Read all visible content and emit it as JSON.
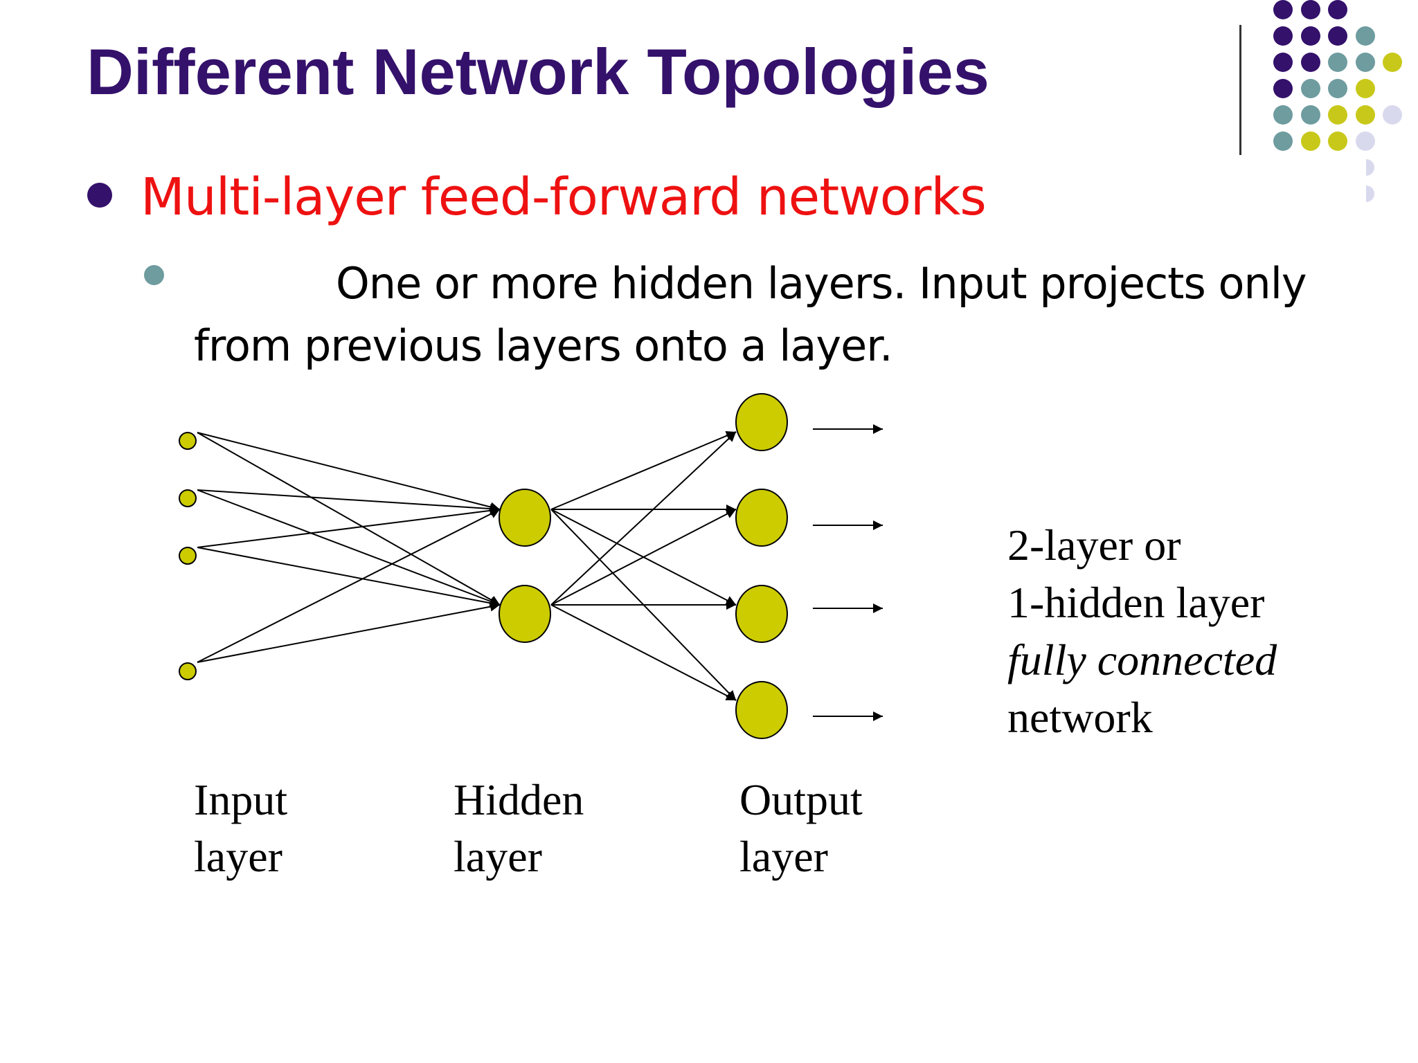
{
  "slide": {
    "title": "Different Network Topologies",
    "bullet": {
      "text": "Multi-layer feed-forward networks",
      "color": "#ee1111",
      "bullet_color": "#34116b",
      "sub_bullet": {
        "text": "One or more hidden layers. Input projects only from previous layers onto a layer.",
        "bullet_color": "#6e9c9f"
      }
    }
  },
  "decoration": {
    "dot_colors": {
      "purple": "#34116b",
      "teal": "#6e9c9f",
      "olive": "#c8c81a",
      "lavender": "#d9d9ee"
    }
  },
  "diagram": {
    "node_color": "#cccc00",
    "layers": [
      {
        "id": "input",
        "line1": "Input",
        "line2": "layer",
        "nodes": 4
      },
      {
        "id": "hidden",
        "line1": "Hidden",
        "line2": "layer",
        "nodes": 2
      },
      {
        "id": "output",
        "line1": "Output",
        "line2": "layer",
        "nodes": 4
      }
    ],
    "description": {
      "line1": "2-layer or",
      "line2": "1-hidden layer",
      "line3": "fully connected",
      "line4": "network"
    }
  }
}
